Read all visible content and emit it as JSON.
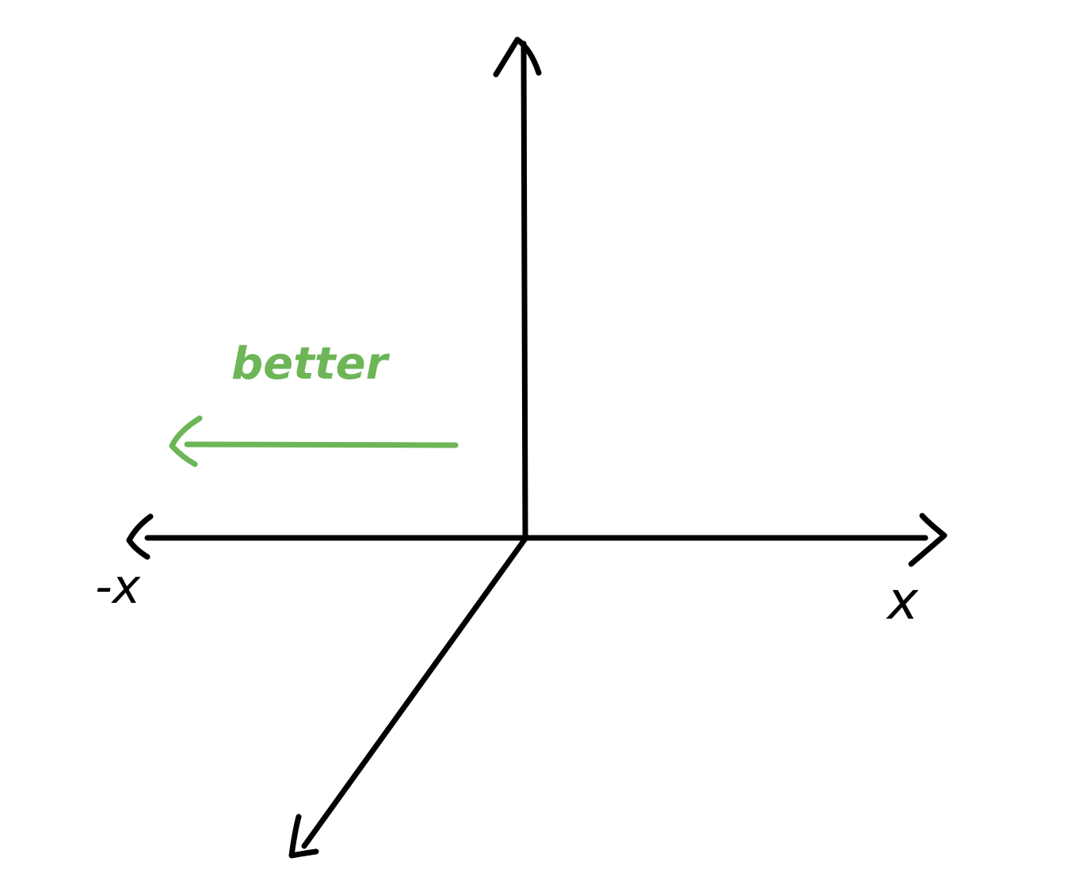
{
  "diagram": {
    "axis_color": "#000000",
    "highlight_color": "#6db557",
    "labels": {
      "positive_x": "x",
      "negative_x": "-x",
      "direction_note": "better"
    },
    "direction_arrow": {
      "points_toward": "negative_x"
    }
  }
}
